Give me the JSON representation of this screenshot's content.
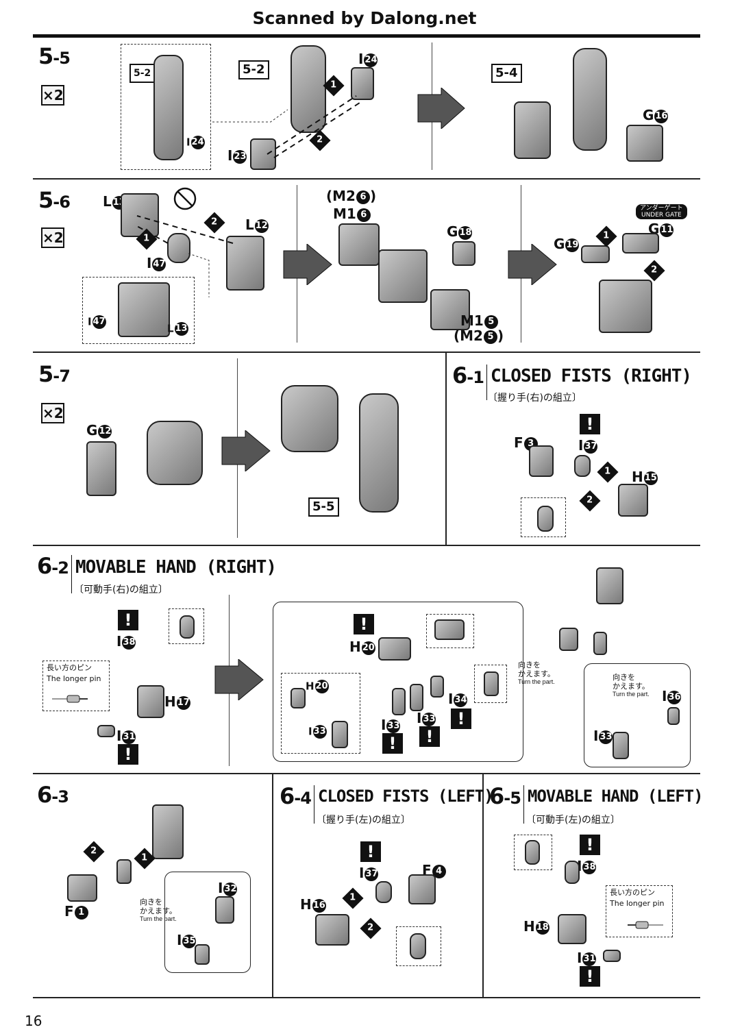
{
  "header": "Scanned by Dalong.net",
  "page_number": "16",
  "multiplier": "×2",
  "caution_symbol": "!",
  "steps": {
    "s55": {
      "main": "5",
      "sub": "-5"
    },
    "s56": {
      "main": "5",
      "sub": "-6"
    },
    "s57": {
      "main": "5",
      "sub": "-7"
    },
    "s61": {
      "main": "6",
      "sub": "-1",
      "title": "CLOSED FISTS (RIGHT)",
      "jp": "〔握り手(右)の組立〕"
    },
    "s62": {
      "main": "6",
      "sub": "-2",
      "title": "MOVABLE HAND (RIGHT)",
      "jp": "〔可動手(右)の組立〕"
    },
    "s63": {
      "main": "6",
      "sub": "-3"
    },
    "s64": {
      "main": "6",
      "sub": "-4",
      "title": "CLOSED FISTS (LEFT)",
      "jp": "〔握り手(左)の組立〕"
    },
    "s65": {
      "main": "6",
      "sub": "-5",
      "title": "MOVABLE HAND (LEFT)",
      "jp": "〔可動手(左)の組立〕"
    }
  },
  "refs": {
    "r52a": "5-2",
    "r52b": "5-2",
    "r54": "5-4",
    "r55": "5-5"
  },
  "parts": {
    "i24a": {
      "l": "I",
      "n": "24"
    },
    "i24b": {
      "l": "I",
      "n": "24"
    },
    "i23": {
      "l": "I",
      "n": "23"
    },
    "g16": {
      "l": "G",
      "n": "16"
    },
    "l13a": {
      "l": "L",
      "n": "13"
    },
    "l12": {
      "l": "L",
      "n": "12"
    },
    "i47a": {
      "l": "I",
      "n": "47"
    },
    "i47b": {
      "l": "I",
      "n": "47"
    },
    "l13b": {
      "l": "L",
      "n": "13"
    },
    "m26a": {
      "l": "(M2",
      "n": "6",
      "r": ")"
    },
    "m16": {
      "l": "M1",
      "n": "6"
    },
    "g18": {
      "l": "G",
      "n": "18"
    },
    "m15": {
      "l": "M1",
      "n": "5"
    },
    "m25": {
      "l": "(M2",
      "n": "5",
      "r": ")"
    },
    "g19": {
      "l": "G",
      "n": "19"
    },
    "g11": {
      "l": "G",
      "n": "11"
    },
    "g12": {
      "l": "G",
      "n": "12"
    },
    "f3": {
      "l": "F",
      "n": "3"
    },
    "i37a": {
      "l": "I",
      "n": "37"
    },
    "h15": {
      "l": "H",
      "n": "15"
    },
    "i38a": {
      "l": "I",
      "n": "38"
    },
    "h17": {
      "l": "H",
      "n": "17"
    },
    "i31a": {
      "l": "I",
      "n": "31"
    },
    "h20a": {
      "l": "H",
      "n": "20"
    },
    "h20b": {
      "l": "H",
      "n": "20"
    },
    "i33a": {
      "l": "I",
      "n": "33"
    },
    "i33b": {
      "l": "I",
      "n": "33"
    },
    "i33c": {
      "l": "I",
      "n": "33"
    },
    "i34": {
      "l": "I",
      "n": "34"
    },
    "i36": {
      "l": "I",
      "n": "36"
    },
    "i33d": {
      "l": "I",
      "n": "33"
    },
    "f1": {
      "l": "F",
      "n": "1"
    },
    "i32": {
      "l": "I",
      "n": "32"
    },
    "i35": {
      "l": "I",
      "n": "35"
    },
    "i37b": {
      "l": "I",
      "n": "37"
    },
    "f4": {
      "l": "F",
      "n": "4"
    },
    "h16": {
      "l": "H",
      "n": "16"
    },
    "i38b": {
      "l": "I",
      "n": "38"
    },
    "h18": {
      "l": "H",
      "n": "18"
    },
    "i31b": {
      "l": "I",
      "n": "31"
    }
  },
  "order_marks": {
    "one": "1",
    "two": "2"
  },
  "under_gate": {
    "jp": "アンダーゲート",
    "en": "UNDER GATE"
  },
  "notes": {
    "longer_pin_jp": "長い方のピン",
    "longer_pin_en": "The longer pin",
    "turn_jp1": "向きを",
    "turn_jp2": "かえます。",
    "turn_en": "Turn the part."
  }
}
